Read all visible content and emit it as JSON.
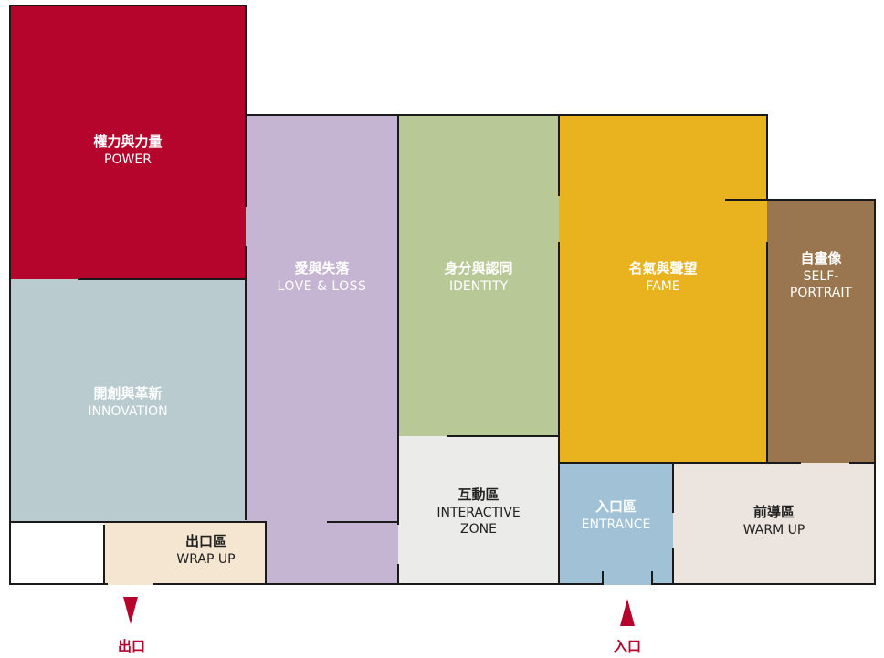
{
  "colors": {
    "power": "#b5052d",
    "innovation": "#b9cbcf",
    "love": "#c5b5d2",
    "identity": "#b9c897",
    "interactive": "#ebebea",
    "fame": "#e9b320",
    "self": "#9a7650",
    "entrance": "#a1c1d7",
    "warmup": "#ece4df",
    "wrapup": "#f5e6d1",
    "marker": "#b5052d"
  },
  "rooms": {
    "power": {
      "zh": "權力與力量",
      "en": "POWER"
    },
    "innovation": {
      "zh": "開創與革新",
      "en": "INNOVATION"
    },
    "love": {
      "zh": "愛與失落",
      "en": "LOVE & LOSS"
    },
    "identity": {
      "zh": "身分與認同",
      "en": "IDENTITY"
    },
    "interactive": {
      "zh": "互動區",
      "en1": "INTERACTIVE",
      "en2": "ZONE"
    },
    "fame": {
      "zh": "名氣與聲望",
      "en": "FAME"
    },
    "self": {
      "zh": "自畫像",
      "en1": "SELF-",
      "en2": "PORTRAIT"
    },
    "entrance": {
      "zh": "入口區",
      "en": "ENTRANCE"
    },
    "warmup": {
      "zh": "前導區",
      "en": "WARM UP"
    },
    "wrapup": {
      "zh": "出口區",
      "en": "WRAP UP"
    }
  },
  "markers": {
    "exit": {
      "label": "出口",
      "icon": "down-arrow-icon"
    },
    "entry": {
      "label": "入口",
      "icon": "up-arrow-icon"
    }
  }
}
